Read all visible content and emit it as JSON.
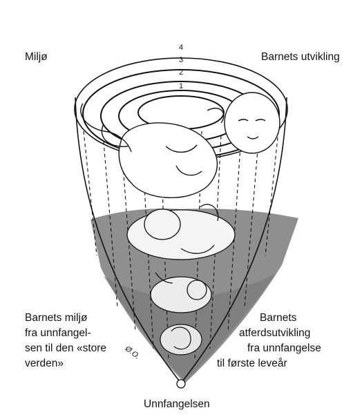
{
  "labels": {
    "top_left": "Miljø",
    "top_right": "Barnets utvikling",
    "bottom": "Unnfangelsen",
    "left_text": [
      "Barnets miljø",
      "fra unnfangel-",
      "sen til den «store",
      "verden»"
    ],
    "right_text": [
      "Barnets",
      "atferdsutvikling",
      "fra unnfangelse",
      "til første leveår"
    ]
  },
  "ring_numbers": [
    "4",
    "3",
    "2",
    "1"
  ],
  "signature": "Ø.O.",
  "colors": {
    "ink": "#111111",
    "liquid": "#8f8f8f",
    "liquid_dark": "#707070",
    "background": "#ffffff"
  }
}
